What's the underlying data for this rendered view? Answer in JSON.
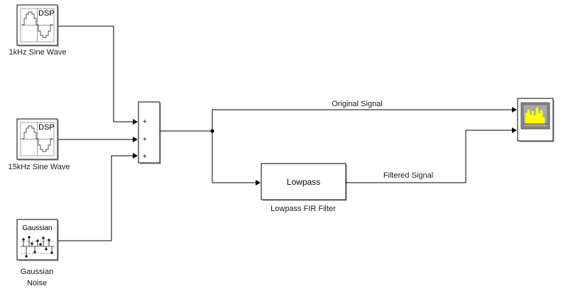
{
  "blocks": {
    "sine1": {
      "dsp_tag": "DSP",
      "label": "1kHz Sine Wave"
    },
    "sine2": {
      "dsp_tag": "DSP",
      "label": "15kHz Sine Wave"
    },
    "noise": {
      "title": "Gaussian",
      "label_line1": "Gaussian",
      "label_line2": "Noise"
    },
    "sum": {
      "signs": [
        "+",
        "+",
        "+"
      ]
    },
    "filter": {
      "text": "Lowpass",
      "label": "Lowpass FIR Filter"
    },
    "scope": {
      "name": "spectrum-analyzer",
      "screen_color": "#a9a9a9",
      "trace_color": "#ffff00"
    }
  },
  "signals": {
    "original": "Original Signal",
    "filtered": "Filtered Signal"
  }
}
